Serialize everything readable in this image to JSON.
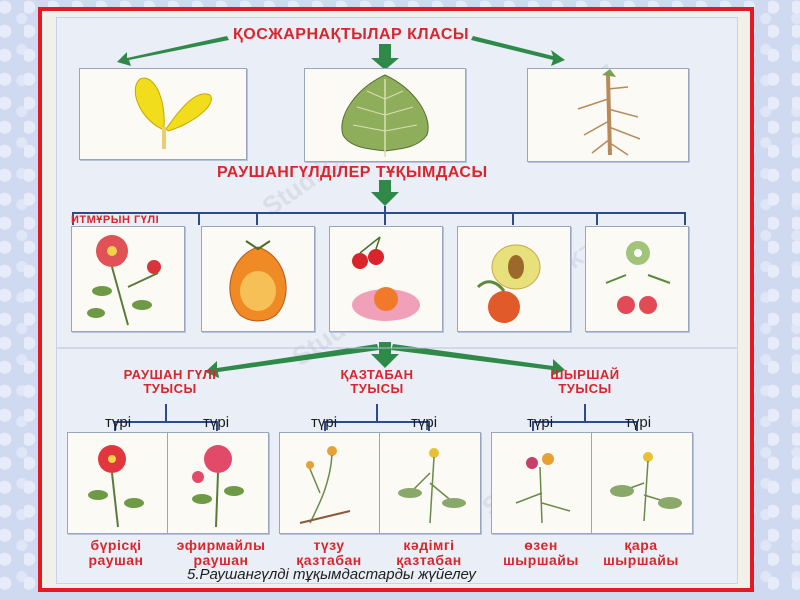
{
  "class_title": "ҚОСЖАРНАҚТЫЛАР КЛАСЫ",
  "family_title": "РАУШАНГҮЛДІЛЕР ТҰҚЫМДАСЫ",
  "itmuryn_label": "ИТМҰРЫН ГҮЛІ",
  "genera": [
    {
      "line1": "РАУШАН ГҮЛІ",
      "line2": "ТУЫСЫ"
    },
    {
      "line1": "ҚАЗТАБАН",
      "line2": "ТУЫСЫ"
    },
    {
      "line1": "ШЫРШАЙ",
      "line2": "ТУЫСЫ"
    }
  ],
  "species_label": "түрі",
  "species": [
    {
      "line1": "бүрісқі",
      "line2": "раушан"
    },
    {
      "line1": "эфирмайлы",
      "line2": "раушан"
    },
    {
      "line1": "түзу",
      "line2": "қазтабан"
    },
    {
      "line1": "кәдімгі",
      "line2": "қазтабан"
    },
    {
      "line1": "өзен",
      "line2": "шыршайы"
    },
    {
      "line1": "қара",
      "line2": "шыршайы"
    }
  ],
  "caption": "5.Раушангүлді тұқымдастарды жүйелеу",
  "watermark": "Stud.kz",
  "colors": {
    "frame": "#e21b23",
    "arrow": "#2f8a4a",
    "title": "#d9262c",
    "line": "#2d4a8c"
  }
}
